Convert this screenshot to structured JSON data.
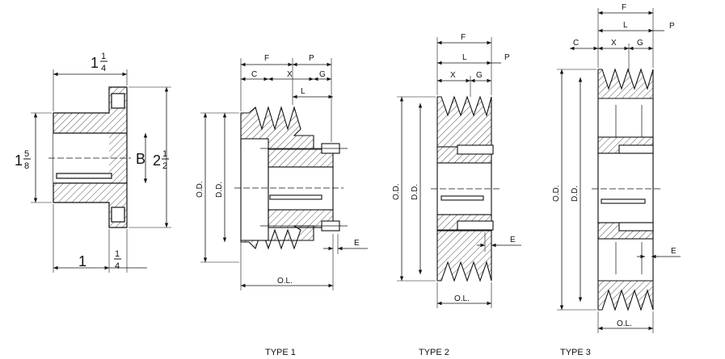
{
  "bushing": {
    "top_dim_whole": "1",
    "top_dim_num": "1",
    "top_dim_den": "4",
    "left_dim_whole": "1",
    "left_dim_num": "5",
    "left_dim_den": "8",
    "bore_label": "B",
    "right_dim_whole": "2",
    "right_dim_num": "1",
    "right_dim_den": "2",
    "bottom_dim_whole": "1",
    "bottom_dim_num": "1",
    "bottom_dim_den": "4"
  },
  "labels": {
    "F": "F",
    "C": "C",
    "X": "X",
    "G": "G",
    "L": "L",
    "P": "P",
    "E": "E",
    "OD": "O.D.",
    "DD": "D.D.",
    "OL": "O.L."
  },
  "captions": [
    "TYPE 1",
    "TYPE 2",
    "TYPE 3"
  ],
  "colors": {
    "line": "#111111",
    "hatch": "#222222"
  }
}
